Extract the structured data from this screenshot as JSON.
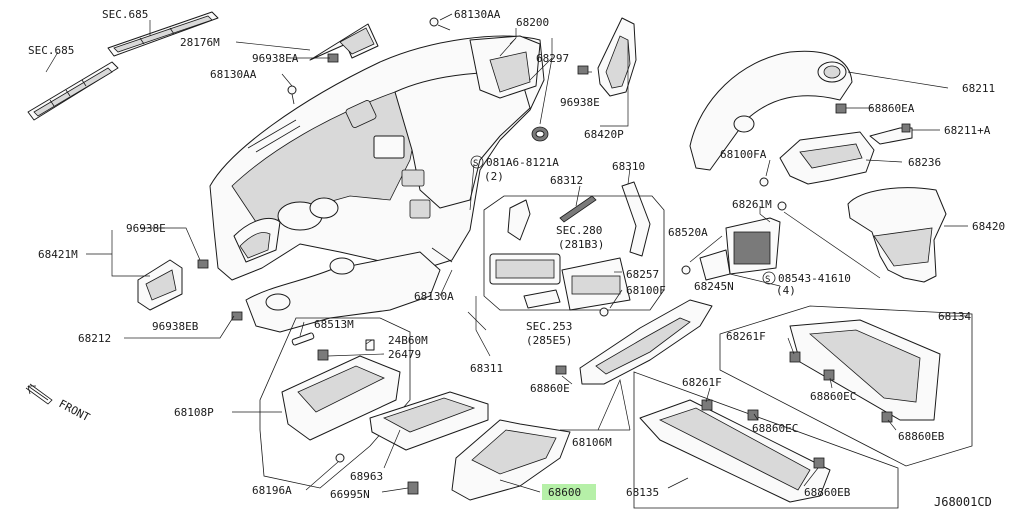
{
  "diagram": {
    "code": "J68001CD",
    "direction_label": "FRONT",
    "highlighted_part": "68600",
    "highlight_color": "#b6f0a8",
    "labels": {
      "sec685_a": "SEC.685",
      "sec685_b": "SEC.685",
      "p28176m": "28176M",
      "p96938ea": "96938EA",
      "p68130aa_a": "68130AA",
      "p68130aa_b": "68130AA",
      "p68200": "68200",
      "p68297": "68297",
      "p96938e_a": "96938E",
      "p68420p": "68420P",
      "p081a6": "081A6-8121A",
      "p081a6_qty": "(2)",
      "p68310": "68310",
      "p68312": "68312",
      "sec280": "SEC.280",
      "sec280_sub": "(281B3)",
      "p68257": "68257",
      "p68100f": "68100F",
      "sec253": "SEC.253",
      "sec253_sub": "(285E5)",
      "p68130a": "68130A",
      "p68311": "68311",
      "p68421m": "68421M",
      "p96938e_b": "96938E",
      "p68212": "68212",
      "p96938eb": "96938EB",
      "p68513m": "68513M",
      "p24b60m": "24B60M",
      "p26479": "26479",
      "p68108p": "68108P",
      "p68196a": "68196A",
      "p68963": "68963",
      "p66995n": "66995N",
      "p68600": "68600",
      "p68860e": "68860E",
      "p68106m": "68106M",
      "p68211": "68211",
      "p68860ea": "68860EA",
      "p68211a": "68211+A",
      "p68100fa": "68100FA",
      "p68236": "68236",
      "p68261m": "68261M",
      "p68520a": "68520A",
      "p68245n": "68245N",
      "p08543": "08543-41610",
      "p08543_qty": "(4)",
      "p68420": "68420",
      "p68134": "68134",
      "p68261f_a": "68261F",
      "p68860ec_a": "68860EC",
      "p68860eb_a": "68860EB",
      "p68261f_b": "68261F",
      "p68860ec_b": "68860EC",
      "p68135": "68135",
      "p68860eb_b": "68860EB"
    }
  }
}
